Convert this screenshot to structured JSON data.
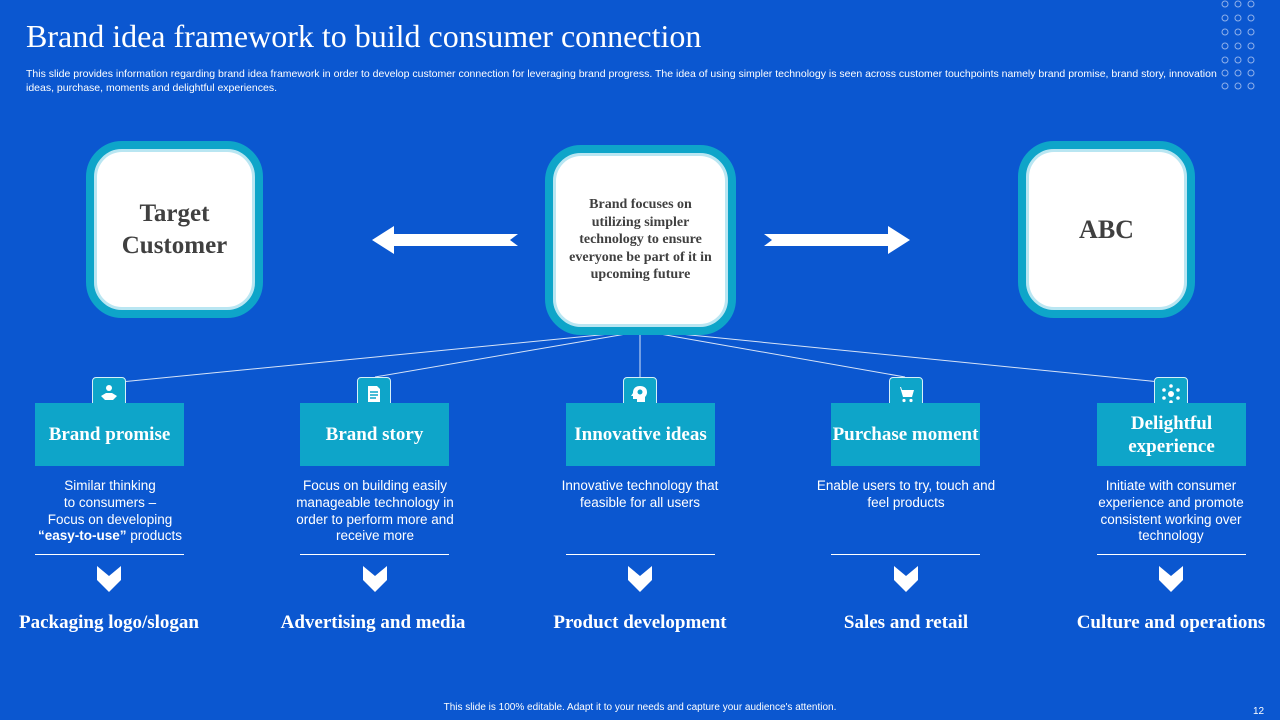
{
  "slide": {
    "title": "Brand idea framework to build consumer connection",
    "subtitle": "This slide provides information regarding brand idea framework in order to develop customer connection for leveraging brand progress. The idea of using simpler technology is seen across customer touchpoints namely brand promise, brand story, innovation ideas, purchase, moments and delightful experiences.",
    "footer": "This slide is 100% editable.  Adapt it to your needs and capture your audience's attention.",
    "page_number": "12"
  },
  "top": {
    "left_box": "Target Customer",
    "center_box": "Brand focuses on utilizing simpler technology to ensure everyone be part of it in upcoming future",
    "right_box": "ABC"
  },
  "columns": [
    {
      "icon": "handshake-icon",
      "heading": "Brand promise",
      "desc_lines": [
        "Similar thinking",
        "to consumers –",
        "Focus on developing"
      ],
      "desc_bold": "“easy-to-use”",
      "desc_tail": " products",
      "bottom": "Packaging logo/slogan"
    },
    {
      "icon": "document-icon",
      "heading": "Brand story",
      "desc": "Focus on building easily manageable technology in order to perform more and receive more",
      "bottom": "Advertising and media"
    },
    {
      "icon": "idea-head-icon",
      "heading": "Innovative ideas",
      "desc": "Innovative technology that feasible for all users",
      "bottom": "Product development"
    },
    {
      "icon": "shopping-cart-icon",
      "heading": "Purchase moment",
      "desc": "Enable users to try, touch and feel products",
      "bottom": "Sales and retail"
    },
    {
      "icon": "team-network-icon",
      "heading": "Delightful experience",
      "desc": "Initiate with consumer experience and promote consistent working over technology",
      "bottom": "Culture and operations"
    }
  ],
  "colors": {
    "background": "#0b57d0",
    "accent": "#0ea5c9",
    "text": "#ffffff",
    "box_text": "#404040"
  }
}
